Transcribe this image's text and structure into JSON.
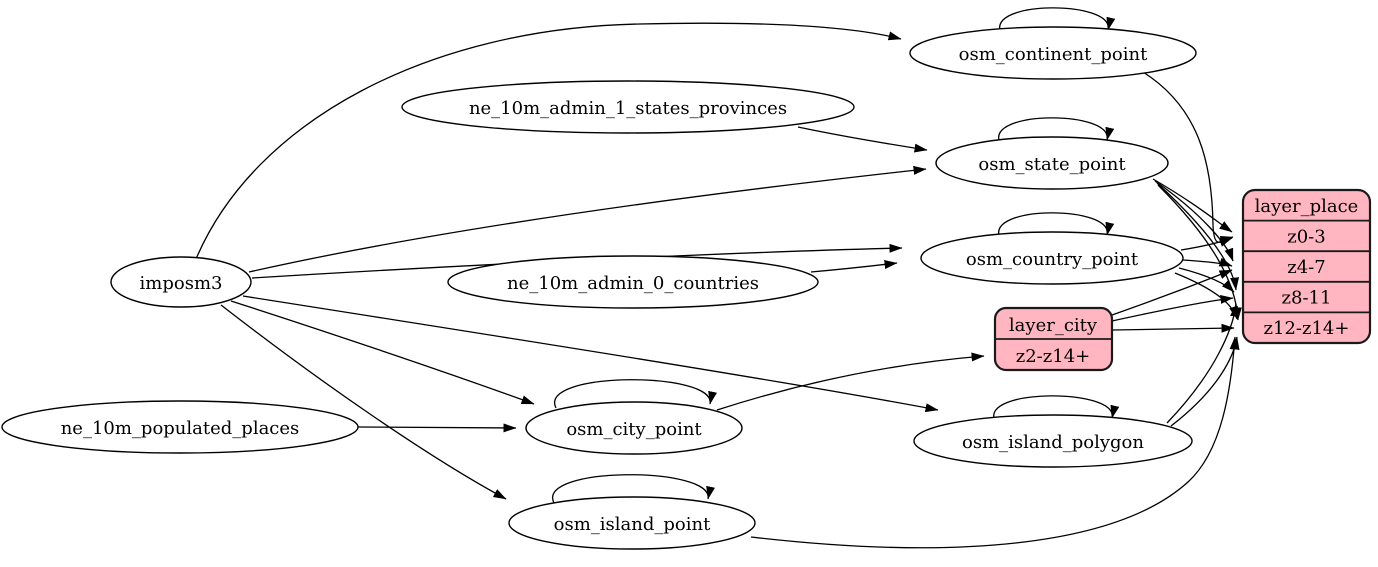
{
  "diagram": {
    "kind": "graphviz-etl-diagram",
    "background_color": "#ffffff",
    "edge_color": "#000000",
    "ellipse_fill": "#ffffff",
    "record_fill": "#ffb6c1",
    "nodes": {
      "imposm3": {
        "label": "imposm3"
      },
      "ne_10m_admin_1_states_provinces": {
        "label": "ne_10m_admin_1_states_provinces"
      },
      "ne_10m_admin_0_countries": {
        "label": "ne_10m_admin_0_countries"
      },
      "ne_10m_populated_places": {
        "label": "ne_10m_populated_places"
      },
      "osm_continent_point": {
        "label": "osm_continent_point"
      },
      "osm_state_point": {
        "label": "osm_state_point"
      },
      "osm_country_point": {
        "label": "osm_country_point"
      },
      "osm_city_point": {
        "label": "osm_city_point"
      },
      "osm_island_polygon": {
        "label": "osm_island_polygon"
      },
      "osm_island_point": {
        "label": "osm_island_point"
      },
      "layer_city": {
        "title": "layer_city",
        "rows": [
          "z2-z14+"
        ]
      },
      "layer_place": {
        "title": "layer_place",
        "rows": [
          "z0-3",
          "z4-7",
          "z8-11",
          "z12-z14+"
        ]
      }
    },
    "edges": [
      {
        "from": "imposm3",
        "to": "osm_continent_point"
      },
      {
        "from": "imposm3",
        "to": "osm_state_point"
      },
      {
        "from": "imposm3",
        "to": "osm_country_point"
      },
      {
        "from": "imposm3",
        "to": "osm_city_point"
      },
      {
        "from": "imposm3",
        "to": "osm_island_polygon"
      },
      {
        "from": "imposm3",
        "to": "osm_island_point"
      },
      {
        "from": "ne_10m_admin_1_states_provinces",
        "to": "osm_state_point"
      },
      {
        "from": "ne_10m_admin_0_countries",
        "to": "osm_country_point"
      },
      {
        "from": "ne_10m_populated_places",
        "to": "osm_city_point"
      },
      {
        "from": "osm_continent_point",
        "to": "osm_continent_point",
        "self_loop": true
      },
      {
        "from": "osm_state_point",
        "to": "osm_state_point",
        "self_loop": true
      },
      {
        "from": "osm_country_point",
        "to": "osm_country_point",
        "self_loop": true
      },
      {
        "from": "osm_city_point",
        "to": "osm_city_point",
        "self_loop": true
      },
      {
        "from": "osm_island_polygon",
        "to": "osm_island_polygon",
        "self_loop": true
      },
      {
        "from": "osm_island_point",
        "to": "osm_island_point",
        "self_loop": true
      },
      {
        "from": "osm_city_point",
        "to": "layer_city",
        "to_port": "z2-z14+"
      },
      {
        "from": "osm_continent_point",
        "to": "layer_place",
        "to_port": "z0-3"
      },
      {
        "from": "osm_state_point",
        "to": "layer_place",
        "to_port": "z0-3"
      },
      {
        "from": "osm_country_point",
        "to": "layer_place",
        "to_port": "z0-3"
      },
      {
        "from": "osm_state_point",
        "to": "layer_place",
        "to_port": "z4-7"
      },
      {
        "from": "osm_country_point",
        "to": "layer_place",
        "to_port": "z4-7"
      },
      {
        "from": "layer_city",
        "to": "layer_place",
        "to_port": "z4-7"
      },
      {
        "from": "osm_state_point",
        "to": "layer_place",
        "to_port": "z8-11"
      },
      {
        "from": "osm_country_point",
        "to": "layer_place",
        "to_port": "z8-11"
      },
      {
        "from": "osm_island_polygon",
        "to": "layer_place",
        "to_port": "z8-11"
      },
      {
        "from": "layer_city",
        "to": "layer_place",
        "to_port": "z8-11"
      },
      {
        "from": "osm_state_point",
        "to": "layer_place",
        "to_port": "z12-z14+"
      },
      {
        "from": "osm_country_point",
        "to": "layer_place",
        "to_port": "z12-z14+"
      },
      {
        "from": "osm_island_polygon",
        "to": "layer_place",
        "to_port": "z12-z14+"
      },
      {
        "from": "osm_island_point",
        "to": "layer_place",
        "to_port": "z12-z14+"
      },
      {
        "from": "layer_city",
        "to": "layer_place",
        "to_port": "z12-z14+"
      }
    ]
  }
}
